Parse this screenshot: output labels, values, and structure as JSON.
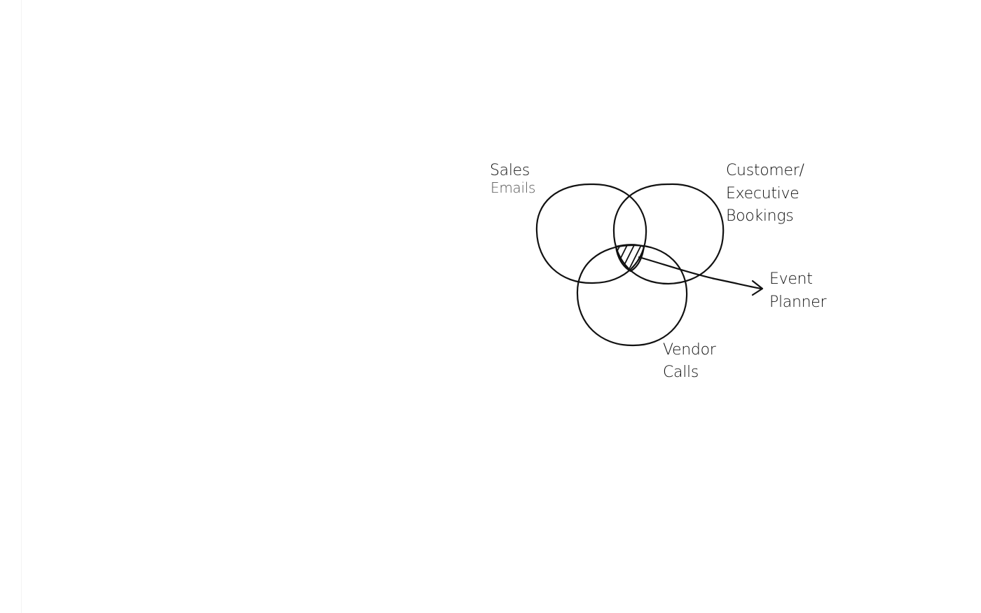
{
  "diagram": {
    "type": "venn",
    "sets": {
      "sales": {
        "line1": "Sales",
        "line2": "Emails"
      },
      "customer": {
        "line1": "Customer/",
        "line2": "Executive",
        "line3": "Bookings"
      },
      "vendor": {
        "line1": "Vendor",
        "line2": "Calls"
      }
    },
    "intersection": {
      "line1": "Event",
      "line2": "Planner"
    },
    "colors": {
      "stroke": "#111111",
      "background": "#ffffff"
    }
  }
}
